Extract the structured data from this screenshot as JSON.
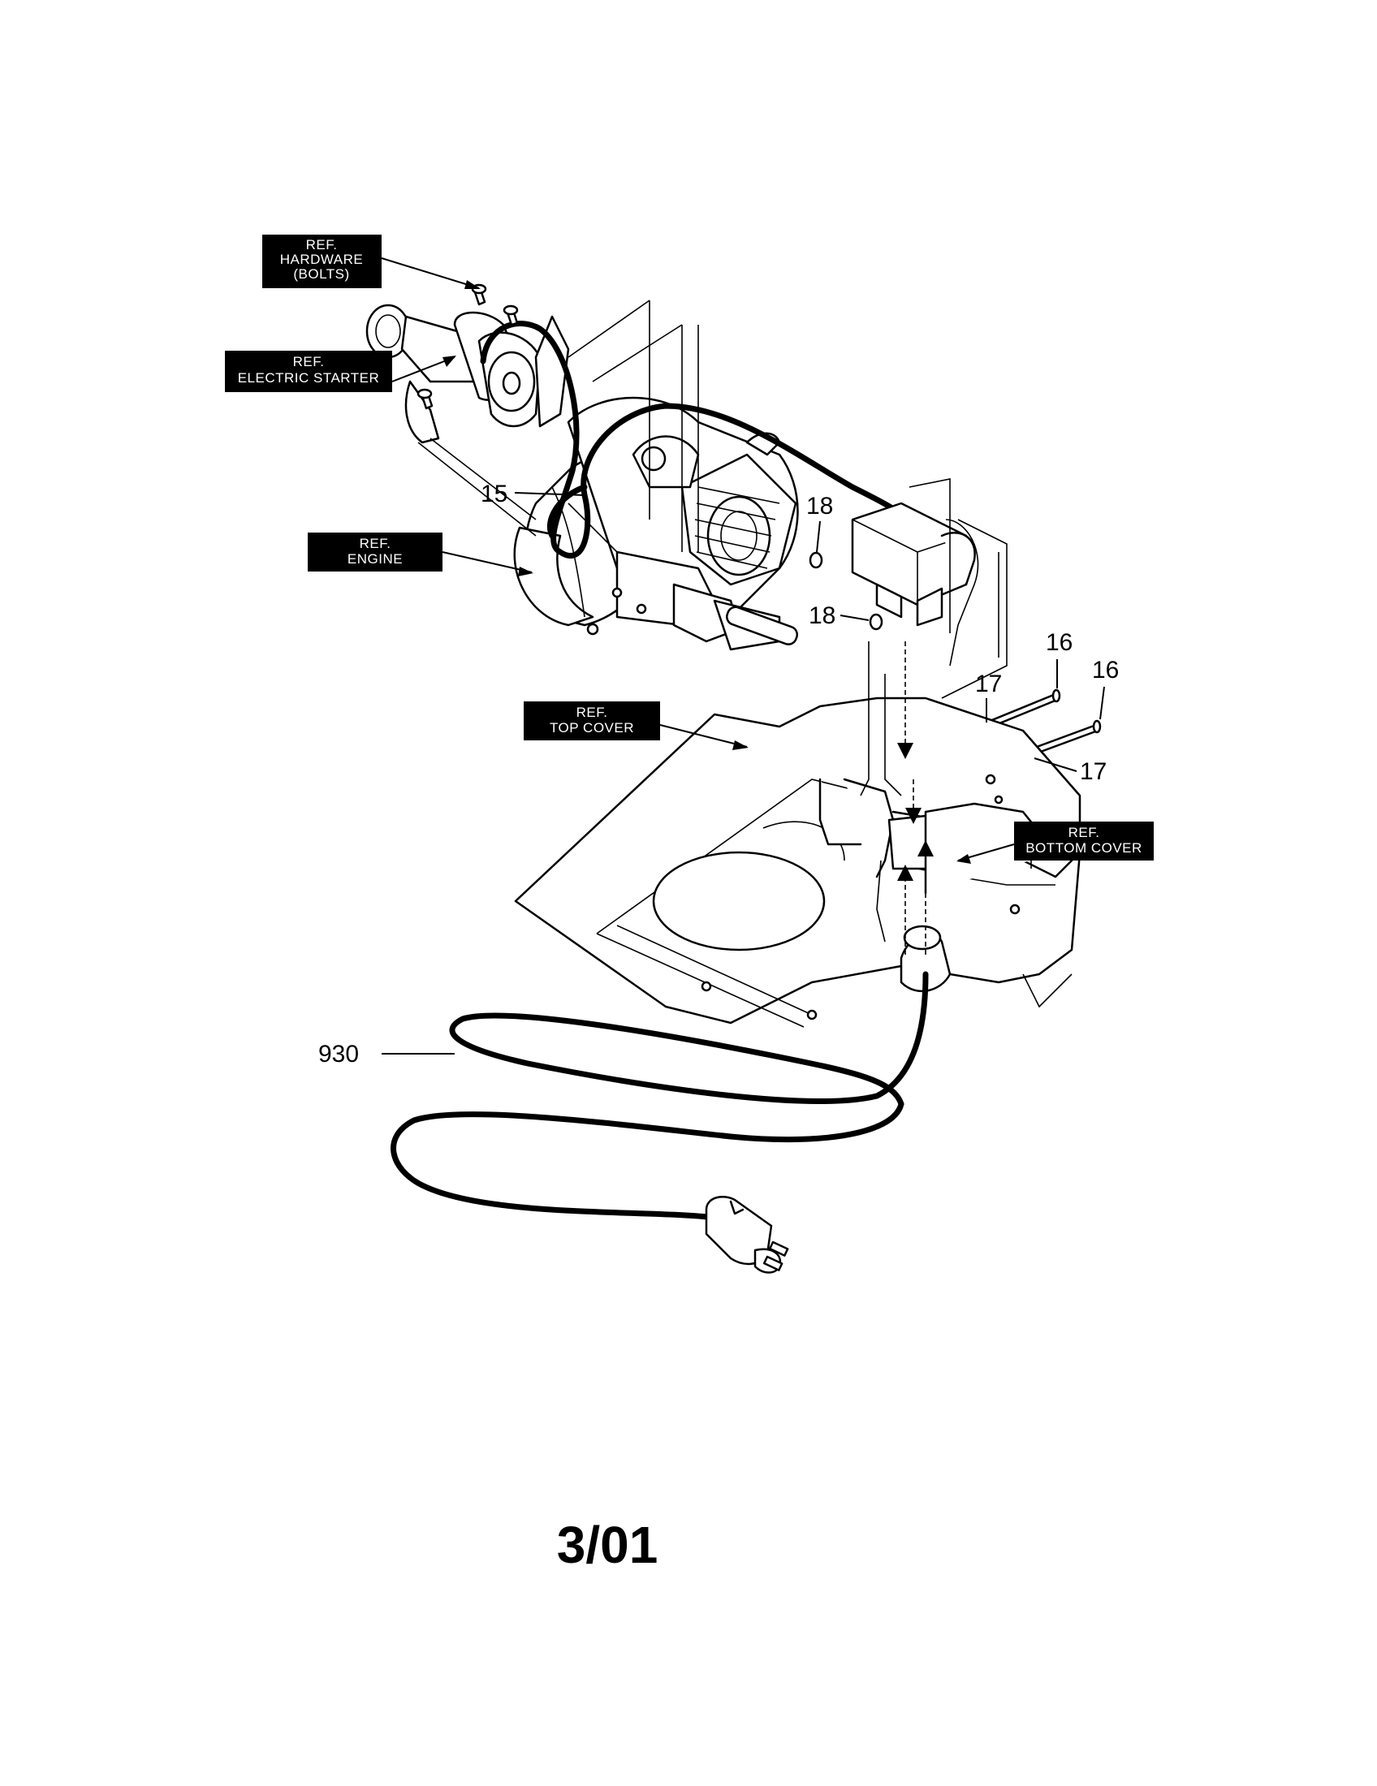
{
  "callouts": {
    "hardware": [
      "REF.",
      "HARDWARE",
      "(BOLTS)"
    ],
    "starter": [
      "REF.",
      "ELECTRIC STARTER"
    ],
    "engine": [
      "REF.",
      "ENGINE"
    ],
    "top_cover": [
      "REF.",
      "TOP COVER"
    ],
    "bottom_cover": [
      "REF.",
      "BOTTOM COVER"
    ]
  },
  "part_numbers": {
    "p15": "15",
    "p18a": "18",
    "p18b": "18",
    "p16a": "16",
    "p16b": "16",
    "p17a": "17",
    "p17b": "17",
    "p930": "930"
  },
  "footer": {
    "date": "3/01"
  }
}
